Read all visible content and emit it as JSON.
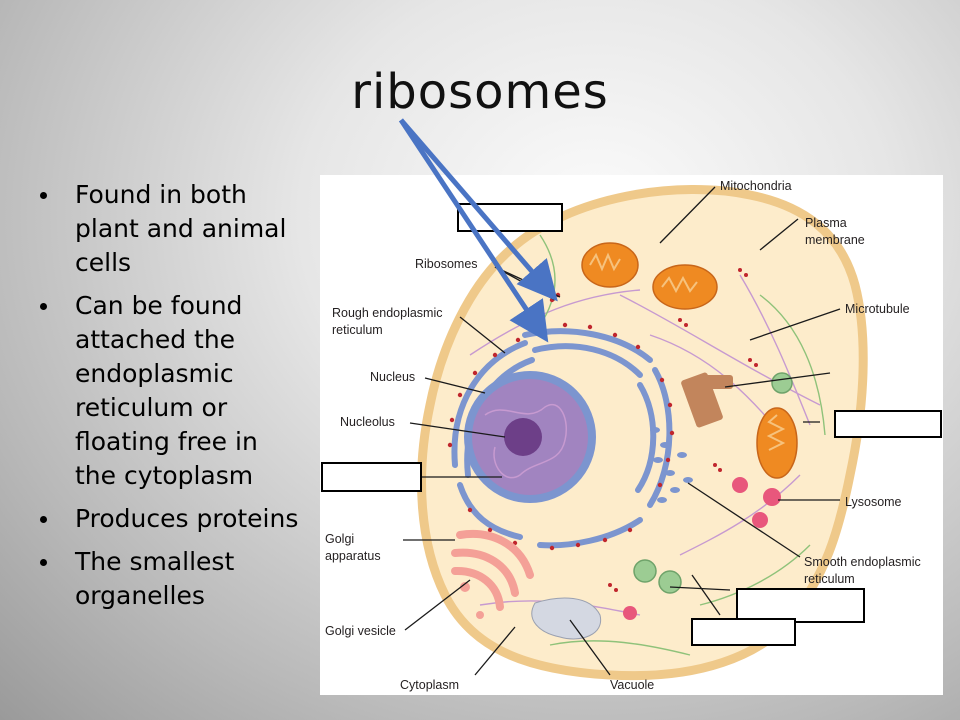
{
  "slide": {
    "title": "ribosomes",
    "bullets": [
      "Found in both plant and animal cells",
      "Can be found attached the endoplasmic reticulum or floating free in the cytoplasm",
      "Produces proteins",
      "The smallest organelles"
    ]
  },
  "diagram": {
    "labels": {
      "mitochondria": "Mitochondria",
      "plasma_membrane_1": "Plasma",
      "plasma_membrane_2": "membrane",
      "ribosomes": "Ribosomes",
      "rough_er_1": "Rough endoplasmic",
      "rough_er_2": "reticulum",
      "microtubule": "Microtubule",
      "nucleus": "Nucleus",
      "nucleolus": "Nucleolus",
      "lysosome": "Lysosome",
      "golgi_apparatus_1": "Golgi",
      "golgi_apparatus_2": "apparatus",
      "smooth_er_1": "Smooth endoplasmic",
      "smooth_er_2": "reticulum",
      "golgi_vesicle": "Golgi vesicle",
      "cytoplasm": "Cytoplasm",
      "vacuole": "Vacuole"
    },
    "colors": {
      "cytoplasm": "#fdeccb",
      "cell_outline": "#efc98a",
      "er": "#7c95cf",
      "ribosome": "#c0262d",
      "nucleus": "#a184c0",
      "nucleolus": "#6d3f88",
      "mitochondria": "#ef8a22",
      "golgi": "#f4a097",
      "lysosome": "#e8577c",
      "vesicle_green": "#9ccc93",
      "vacuole": "#d4d8e2",
      "arrow": "#4a74c4"
    }
  }
}
